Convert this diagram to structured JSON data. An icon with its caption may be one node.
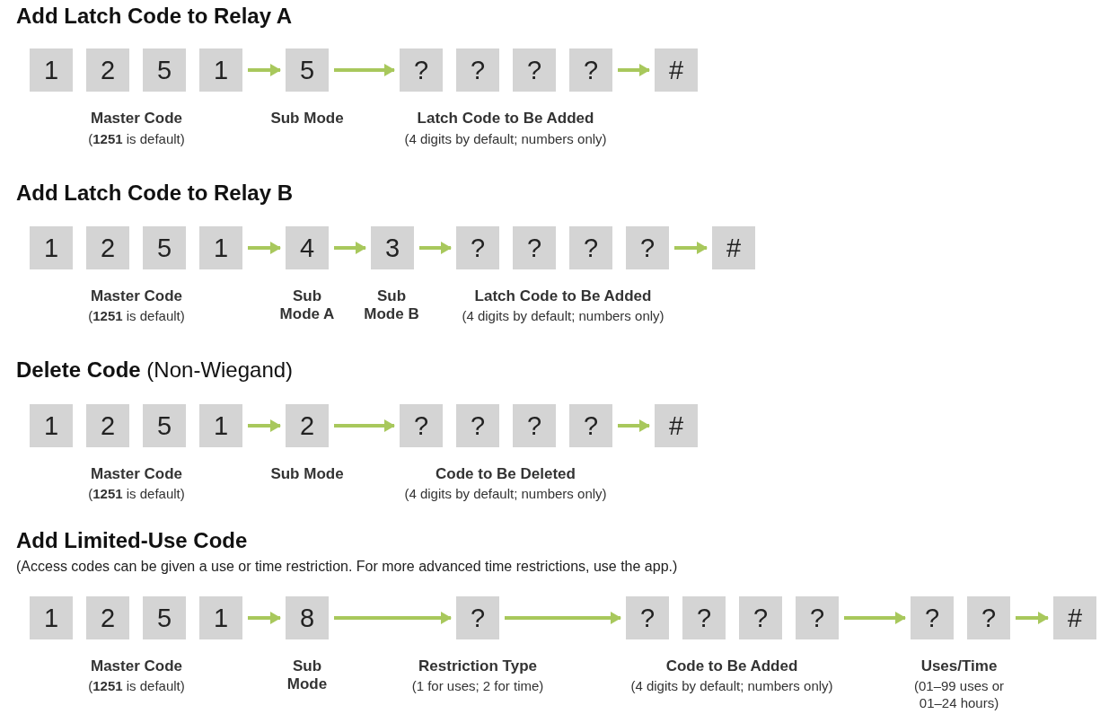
{
  "diagram": {
    "nodes": [
      {
        "text": [
          "1"
        ]
      },
      {
        "text": [
          "2"
        ]
      },
      {
        "text": [
          "5"
        ]
      },
      {
        "text": [
          "1"
        ]
      },
      {
        "text": [
          "5"
        ]
      },
      {
        "text": [
          "?"
        ]
      },
      {
        "text": [
          "?"
        ]
      },
      {
        "text": [
          "?"
        ]
      },
      {
        "text": [
          "?"
        ]
      },
      {
        "text": [
          "#"
        ]
      },
      {
        "text": [
          "1"
        ]
      },
      {
        "text": [
          "2"
        ]
      },
      {
        "text": [
          "5"
        ]
      },
      {
        "text": [
          "1"
        ]
      },
      {
        "text": [
          "4"
        ]
      },
      {
        "text": [
          "3"
        ]
      },
      {
        "text": [
          "?"
        ]
      },
      {
        "text": [
          "?"
        ]
      },
      {
        "text": [
          "?"
        ]
      },
      {
        "text": [
          "?"
        ]
      },
      {
        "text": [
          "#"
        ]
      },
      {
        "text": [
          "1"
        ]
      },
      {
        "text": [
          "2"
        ]
      },
      {
        "text": [
          "5"
        ]
      },
      {
        "text": [
          "1"
        ]
      },
      {
        "text": [
          "2"
        ]
      },
      {
        "text": [
          "?"
        ]
      },
      {
        "text": [
          "?"
        ]
      },
      {
        "text": [
          "?"
        ]
      },
      {
        "text": [
          "?"
        ]
      },
      {
        "text": [
          "#"
        ]
      },
      {
        "text": [
          "1"
        ]
      },
      {
        "text": [
          "2"
        ]
      },
      {
        "text": [
          "5"
        ]
      },
      {
        "text": [
          "1"
        ]
      },
      {
        "text": [
          "8"
        ]
      },
      {
        "text": [
          "?"
        ]
      },
      {
        "text": [
          "?"
        ]
      },
      {
        "text": [
          "?"
        ]
      },
      {
        "text": [
          "?"
        ]
      },
      {
        "text": [
          "?"
        ]
      },
      {
        "text": [
          "?"
        ]
      },
      {
        "text": [
          "?"
        ]
      },
      {
        "text": [
          "#"
        ]
      }
    ],
    "edges": [
      {
        "from": 3,
        "to": 4,
        "arrow": "to"
      },
      {
        "from": 4,
        "to": 5,
        "arrow": "to"
      },
      {
        "from": 8,
        "to": 9,
        "arrow": "to"
      },
      {
        "from": 13,
        "to": 14,
        "arrow": "to"
      },
      {
        "from": 14,
        "to": 15,
        "arrow": "to"
      },
      {
        "from": 15,
        "to": 16,
        "arrow": "to"
      },
      {
        "from": 19,
        "to": 20,
        "arrow": "to"
      },
      {
        "from": 24,
        "to": 25,
        "arrow": "to"
      },
      {
        "from": 25,
        "to": 26,
        "arrow": "to"
      },
      {
        "from": 29,
        "to": 30,
        "arrow": "to"
      },
      {
        "from": 34,
        "to": 35,
        "arrow": "to"
      },
      {
        "from": 35,
        "to": 36,
        "arrow": "to"
      },
      {
        "from": 36,
        "to": 37,
        "arrow": "to"
      },
      {
        "from": 40,
        "to": 41,
        "arrow": "to"
      },
      {
        "from": 42,
        "to": 43,
        "arrow": "to"
      }
    ],
    "labels": [
      "Add Latch Code to Relay A",
      "Master Code",
      "(**1251** is default)",
      "Sub Mode",
      "Latch Code to Be Added",
      "(4 digits by default; numbers only)",
      "Add Latch Code to Relay B",
      "Master Code",
      "(**1251** is default)",
      "Sub Mode A",
      "Sub Mode B",
      "Latch Code to Be Added",
      "(4 digits by default; numbers only)",
      "**Delete Code** (Non-Wiegand)",
      "Master Code",
      "(**1251** is default)",
      "Sub Mode",
      "Code to Be Deleted",
      "(4 digits by default; numbers only)",
      "Add Limited-Use Code",
      "(Access codes can be given a use or time restriction. For more advanced time restrictions, use the app.)",
      "Master Code",
      "(**1251** is default)",
      "Sub Mode",
      "Restriction Type",
      "(1 for uses; 2 for time)",
      "Code to Be Added",
      "(4 digits by default; numbers only)",
      "Uses/Time",
      "(01–99 uses or 01–24 hours)"
    ]
  }
}
